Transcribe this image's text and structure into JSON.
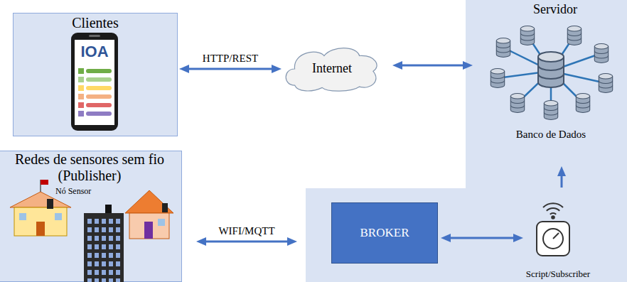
{
  "diagram": {
    "nodes": [
      {
        "text": [
          "Clientes"
        ]
      },
      {
        "text": [
          "Internet"
        ]
      },
      {
        "text": [
          "Servidor"
        ]
      },
      {
        "text": [
          "Banco de Dados"
        ],
        "in": 2
      },
      {
        "text": [
          "Redes de sensores sem fio (Publisher)"
        ]
      },
      {
        "text": [
          "BROKER"
        ],
        "in": 2
      },
      {
        "text": [
          "Script/Subscriber"
        ],
        "in": 2
      }
    ],
    "edges": [
      {
        "from": 0,
        "to": 1,
        "label": "HTTP/REST",
        "arrow": "both"
      },
      {
        "from": 1,
        "to": 2,
        "arrow": "both"
      },
      {
        "from": 4,
        "to": 5,
        "label": "WIFI/MQTT",
        "arrow": "both"
      },
      {
        "from": 5,
        "to": 6,
        "arrow": "both"
      },
      {
        "from": 6,
        "to": 3,
        "arrow": "to"
      }
    ],
    "labels": [
      "IOA",
      "Nó Sensor"
    ]
  }
}
